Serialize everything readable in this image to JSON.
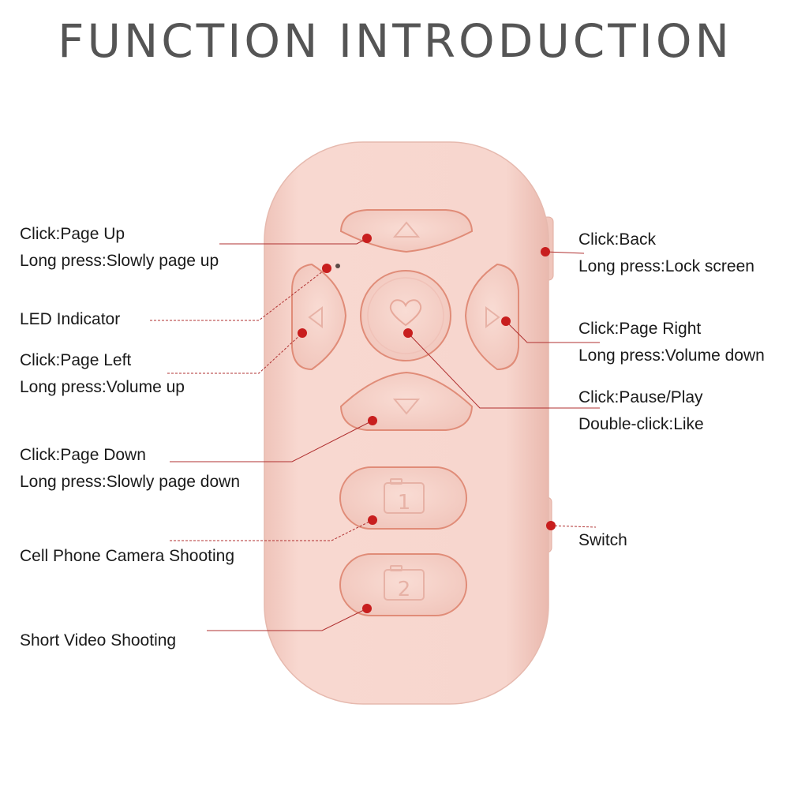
{
  "header": {
    "title": "FUNCTION INTRODUCTION"
  },
  "device": {
    "button_1_number": "1",
    "button_2_number": "2"
  },
  "callouts": {
    "page_up": {
      "line1": "Click:Page Up",
      "line2": "Long press:Slowly page up"
    },
    "led": {
      "line1": "LED Indicator"
    },
    "page_left": {
      "line1": "Click:Page Left",
      "line2": "Long press:Volume up"
    },
    "page_down": {
      "line1": "Click:Page Down",
      "line2": "Long press:Slowly page down"
    },
    "camera": {
      "line1": "Cell Phone Camera Shooting"
    },
    "video": {
      "line1": "Short Video Shooting"
    },
    "back": {
      "line1": "Click:Back",
      "line2": "Long press:Lock screen"
    },
    "page_right": {
      "line1": "Click:Page Right",
      "line2": "Long press:Volume down"
    },
    "pause_play": {
      "line1": "Click:Pause/Play",
      "line2": "Double-click:Like"
    },
    "switch": {
      "line1": "Switch"
    }
  },
  "colors": {
    "device_body": "#f6d3cb",
    "device_edge": "#eec2b8",
    "button_face": "#f4cec5",
    "button_outline": "#e08c78",
    "dot": "#c81e1e",
    "leader_line": "#b03030"
  }
}
